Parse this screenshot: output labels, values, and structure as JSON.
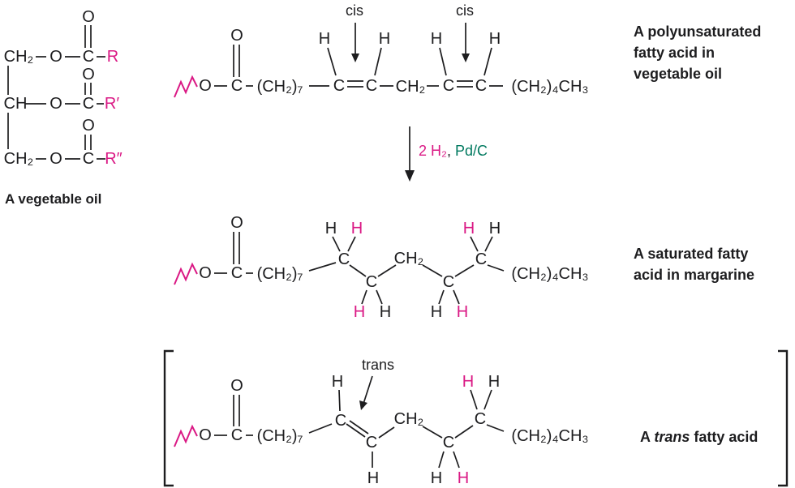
{
  "colors": {
    "magenta": "#da1884",
    "catalyst_green": "#00795f",
    "ink": "#1d1d1f"
  },
  "symbols": {
    "O": "O",
    "C": "C",
    "H": "H",
    "CH2": "CH₂",
    "CH": "CH",
    "chain7": "(CH₂)₇",
    "tail": "(CH₂)₄CH₃",
    "R": "R",
    "R_prime": "R′",
    "R_double_prime": "R″"
  },
  "annotations": {
    "cis": "cis",
    "trans": "trans",
    "reagent": "2 H₂",
    "separator": ",",
    "catalyst": "Pd/C"
  },
  "captions": {
    "vegetable_oil": "A vegetable oil",
    "polyunsaturated": "A polyunsaturated\nfatty acid in\nvegetable oil",
    "saturated": "A saturated fatty\nacid in margarine",
    "trans_pre": "A ",
    "trans_word": "trans",
    "trans_post": " fatty acid"
  }
}
